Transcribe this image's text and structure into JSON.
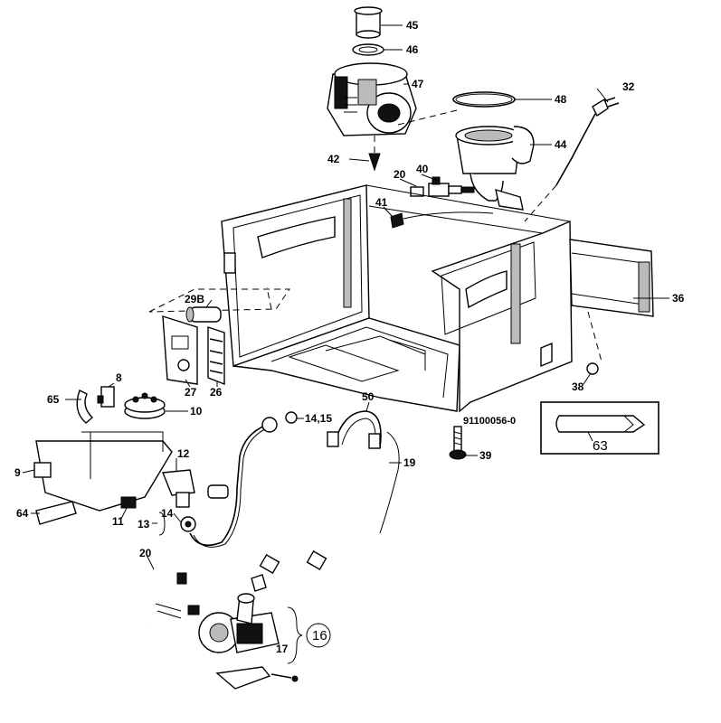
{
  "diagram": {
    "reference_code": "91100056-0",
    "circled_label": "16",
    "labels": {
      "p45": "45",
      "p46": "46",
      "p47": "47",
      "p48": "48",
      "p32": "32",
      "p44": "44",
      "p42": "42",
      "p40": "40",
      "p20a": "20",
      "p41": "41",
      "p36": "36",
      "p29b": "29B",
      "p27": "27",
      "p26": "26",
      "p38": "38",
      "p8": "8",
      "p65": "65",
      "p10": "10",
      "p50": "50",
      "p1415": "14,15",
      "p19": "19",
      "p39": "39",
      "p63": "63",
      "p12": "12",
      "p9": "9",
      "p64": "64",
      "p11": "11",
      "p14": "14",
      "p13": "13",
      "p20b": "20",
      "p17": "17"
    }
  }
}
